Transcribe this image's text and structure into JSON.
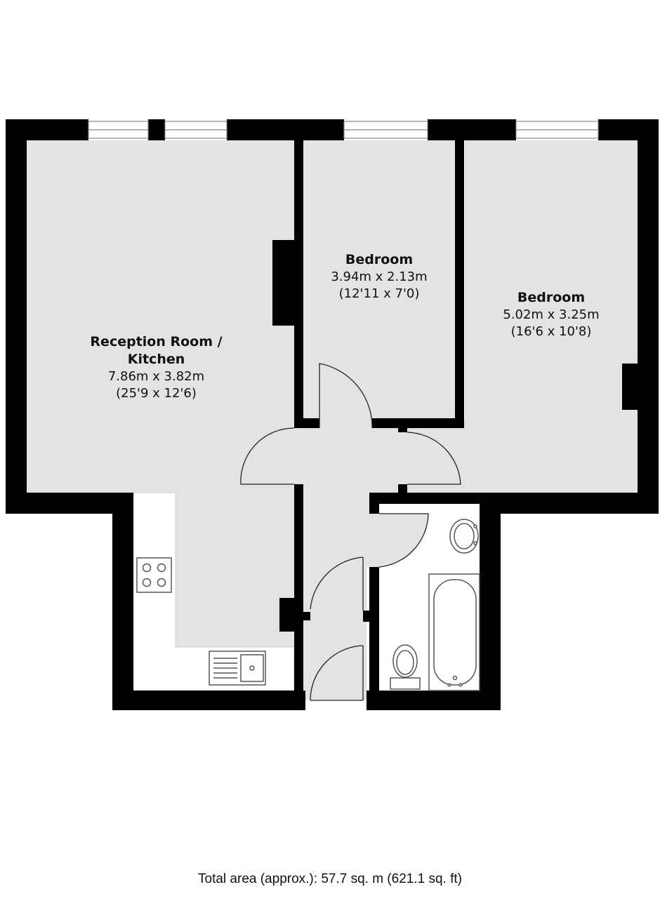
{
  "rooms": {
    "reception": {
      "name_line1": "Reception Room /",
      "name_line2": "Kitchen",
      "metric": "7.86m x 3.82m",
      "imperial": "(25'9 x 12'6)"
    },
    "bedroom1": {
      "name": "Bedroom",
      "metric": "3.94m x 2.13m",
      "imperial": "(12'11 x 7'0)"
    },
    "bedroom2": {
      "name": "Bedroom",
      "metric": "5.02m x 3.25m",
      "imperial": "(16'6 x 10'8)"
    }
  },
  "footer": {
    "total_area": "Total area (approx.): 57.7 sq. m (621.1 sq. ft)"
  }
}
